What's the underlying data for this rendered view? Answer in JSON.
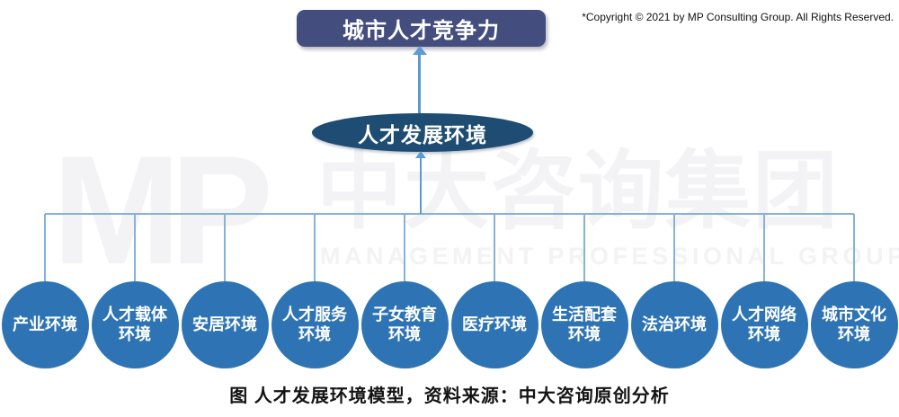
{
  "copyright": "*Copyright © 2021 by MP Consulting Group. All Rights Reserved.",
  "watermark": {
    "logo_text": "MP",
    "cn_text": "中大咨询集团",
    "en_text": "MANAGEMENT PROFESSIONAL GROUP"
  },
  "diagram": {
    "root_label": "城市人才竞争力",
    "hub_label": "人才发展环境",
    "nodes": [
      {
        "label": "产业环境"
      },
      {
        "label": "人才载体\n环境"
      },
      {
        "label": "安居环境"
      },
      {
        "label": "人才服务\n环境"
      },
      {
        "label": "子女教育\n环境"
      },
      {
        "label": "医疗环境"
      },
      {
        "label": "生活配套\n环境"
      },
      {
        "label": "法治环境"
      },
      {
        "label": "人才网络\n环境"
      },
      {
        "label": "城市文化\n环境"
      }
    ]
  },
  "caption": "图 人才发展环境模型，资料来源：中大咨询原创分析",
  "colors": {
    "root_box": "#444E7E",
    "hub_ellipse": "#1E4C73",
    "node_circle": "#2E74B5",
    "arrow": "#5B9BD5",
    "connector": "#85B2DC",
    "watermark": "#F3F3F5"
  }
}
